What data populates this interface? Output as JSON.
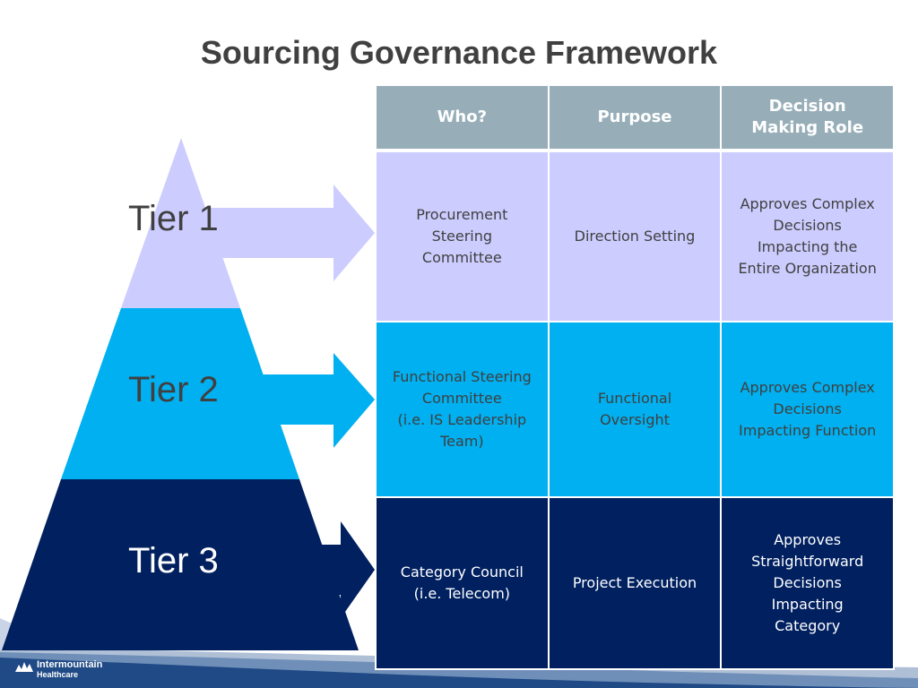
{
  "title": "Sourcing Governance Framework",
  "tiers": [
    {
      "label": "Tier 1"
    },
    {
      "label": "Tier 2"
    },
    {
      "label": "Tier 3"
    }
  ],
  "table": {
    "headers": [
      "Who?",
      "Purpose",
      "Decision Making Role"
    ],
    "header_lines": [
      [
        "Who?"
      ],
      [
        "Purpose"
      ],
      [
        "Decision",
        "Making Role"
      ]
    ],
    "rows": [
      {
        "who": [
          "Procurement",
          "Steering",
          "Committee"
        ],
        "purpose": [
          "Direction Setting"
        ],
        "role": [
          "Approves Complex",
          "Decisions",
          "Impacting the",
          "Entire Organization"
        ]
      },
      {
        "who": [
          "Functional Steering",
          "Committee",
          "(i.e. IS Leadership",
          "Team)"
        ],
        "purpose": [
          "Functional",
          "Oversight"
        ],
        "role": [
          "Approves Complex",
          "Decisions",
          "Impacting Function"
        ]
      },
      {
        "who": [
          "Category Council",
          "(i.e. Telecom)"
        ],
        "purpose": [
          "Project Execution"
        ],
        "role": [
          "Approves",
          "Straightforward",
          "Decisions",
          "Impacting",
          "Category"
        ]
      }
    ]
  },
  "logo": {
    "line1": "Intermountain",
    "line2": "Healthcare"
  },
  "colors": {
    "tier1": "#ccccff",
    "tier2": "#00b0f0",
    "tier3": "#002060",
    "header": "#97aeb9",
    "title": "#404040"
  },
  "icons": [
    "right-arrow-icon",
    "intermountain-logo-icon"
  ]
}
